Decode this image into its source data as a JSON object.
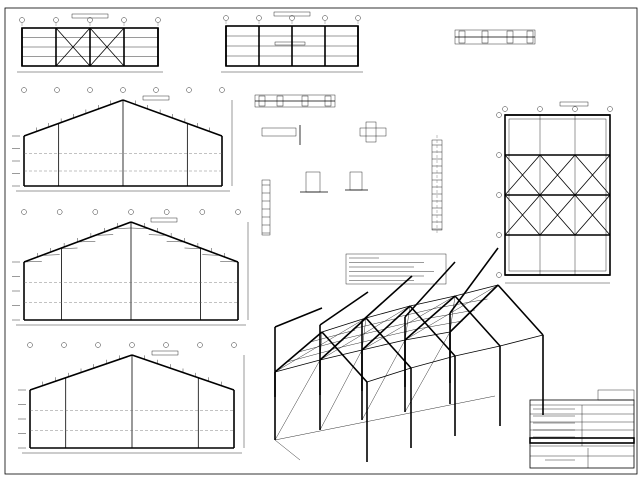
{
  "drawing": {
    "background": "#ffffff",
    "line_color": "#000000",
    "views": [
      "side-elevation-1",
      "side-elevation-2",
      "gable-elevation-1",
      "gable-elevation-2",
      "gable-elevation-3",
      "roof-plan",
      "isometric-view",
      "connection-details",
      "notes-box",
      "title-block"
    ]
  }
}
